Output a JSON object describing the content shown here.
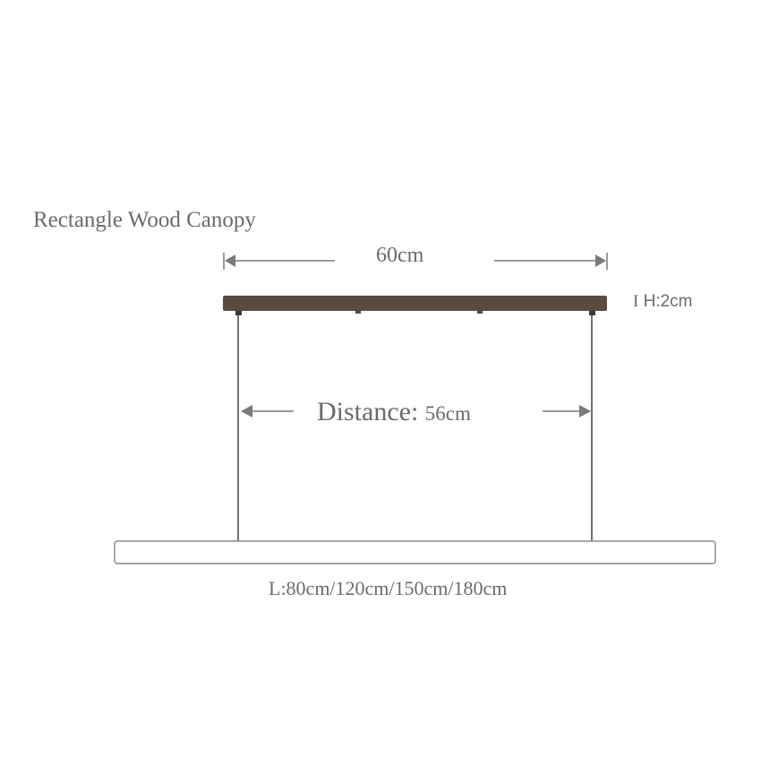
{
  "diagram": {
    "title": "Rectangle Wood Canopy",
    "canopy_width": "60cm",
    "canopy_height": "H:2cm",
    "height_marker": "I",
    "distance_label": "Distance:",
    "distance_value": "56cm",
    "length_options": "L:80cm/120cm/150cm/180cm"
  },
  "colors": {
    "canopy": "#5a4a40",
    "line": "#555555",
    "text": "#6b6b6b",
    "arrow": "#7a7a7a",
    "lamp_border": "#8a8a8a",
    "background": "#ffffff"
  }
}
